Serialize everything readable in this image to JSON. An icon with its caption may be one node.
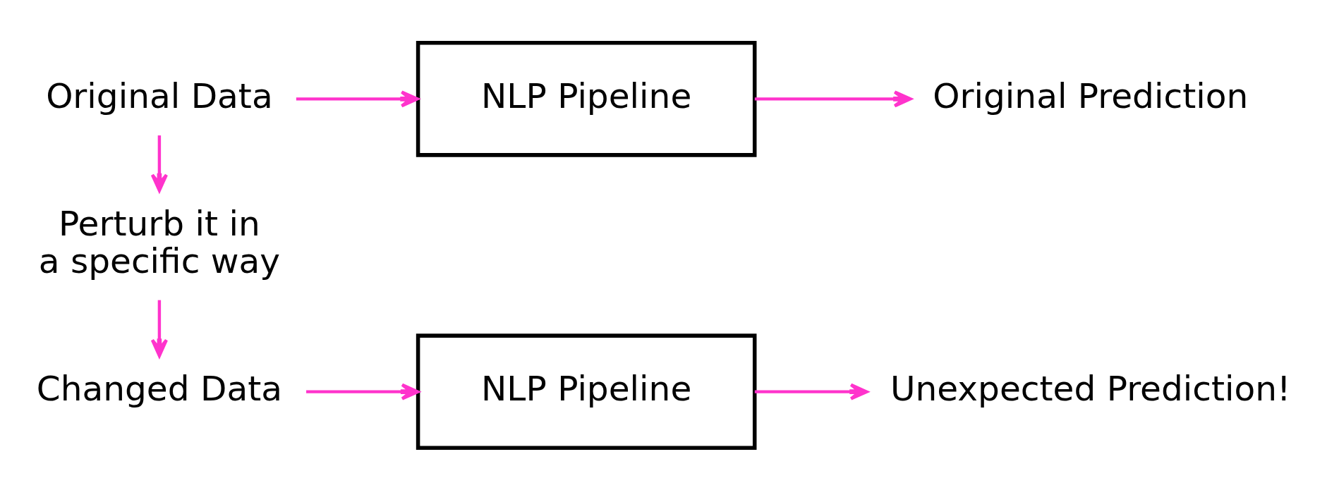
{
  "diagram": {
    "nodes": [
      {
        "text": [
          "Original Data"
        ]
      },
      {
        "text": [
          "NLP Pipeline"
        ]
      },
      {
        "text": [
          "Original Prediction"
        ]
      },
      {
        "text": [
          "Perturb it in a specific way"
        ]
      },
      {
        "text": [
          "Changed Data"
        ]
      },
      {
        "text": [
          "NLP Pipeline"
        ]
      },
      {
        "text": [
          "Unexpected Prediction!"
        ]
      }
    ],
    "edges": [
      {
        "from": 0,
        "to": 1,
        "arrow": "to"
      },
      {
        "from": 1,
        "to": 2,
        "arrow": "to"
      },
      {
        "from": 0,
        "to": 3,
        "arrow": "to"
      },
      {
        "from": 3,
        "to": 4,
        "arrow": "to"
      },
      {
        "from": 4,
        "to": 5,
        "arrow": "to"
      },
      {
        "from": 5,
        "to": 6,
        "arrow": "to"
      }
    ]
  }
}
